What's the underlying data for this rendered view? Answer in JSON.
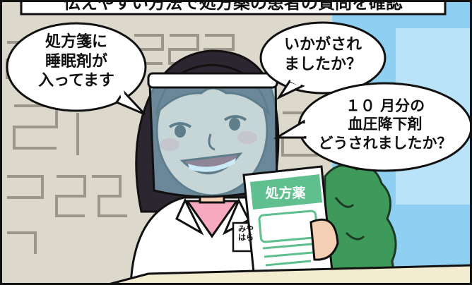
{
  "caption": {
    "text": "伝えやすい方法で処方薬の患者の質問を確認"
  },
  "bubbles": {
    "prescription": [
      "処方箋に",
      "睡眠剤が",
      "入ってます"
    ],
    "greeting": [
      "いかがされ",
      "ましたか？"
    ],
    "bp": [
      "１０ 月分の",
      "血圧降下剤",
      "どうされましたか？"
    ]
  },
  "document": {
    "title": "処方薬"
  },
  "name_badge": {
    "line1": "みや",
    "line2": "はら"
  },
  "colors": {
    "sky": "#8fd0f2",
    "building": "#dcd8cc",
    "doc_accent": "#5fbf8f",
    "coat": "#ffffff",
    "shirt": "#f7a9c0",
    "hair": "#2c2630",
    "skin": "#f6d0b4",
    "face_shield": "#9fd8f0",
    "bush": "#3e9a5a",
    "counter": "#f4ecd0"
  }
}
